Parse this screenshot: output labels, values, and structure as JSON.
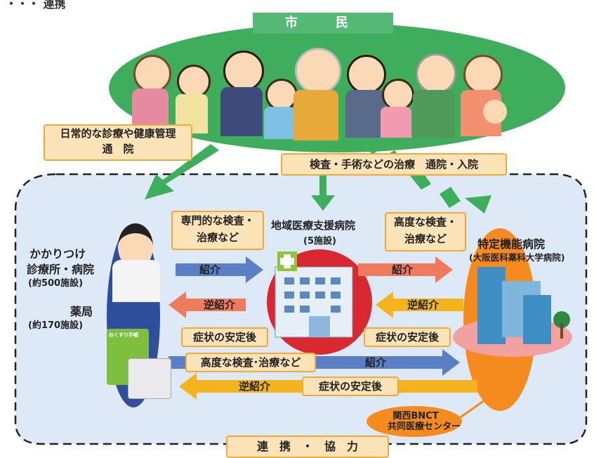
{
  "header_cut": "・・・ 連携",
  "citizens": "市　民",
  "daily_care": {
    "line1": "日常的な診療や健康管理",
    "line2": "通　院"
  },
  "exam_treatment": "検査・手術などの治療　通院・入院",
  "clinic": {
    "name1": "かかりつけ",
    "name2": "診療所・病院",
    "count": "(約500施設)",
    "pharmacy": "薬局",
    "pharmacy_count": "(約170施設)"
  },
  "medication_book": "おくすり手帳",
  "regional_hospital": {
    "name": "地域医療支援病院",
    "count": "(5施設)"
  },
  "special_hospital": {
    "name": "特定機能病院",
    "sub": "(大阪医科薬科大学病院)"
  },
  "specialized_exam": {
    "line1": "専門的な検査・",
    "line2": "治療など"
  },
  "advanced_exam": {
    "line1": "高度な検査・",
    "line2": "治療など"
  },
  "referral_1": "紹介",
  "counter_referral_1": "逆紹介",
  "stable_1": "症状の安定後",
  "referral_2": "紹介",
  "counter_referral_2": "逆紹介",
  "stable_2": "症状の安定後",
  "advanced_exam_bottom": "高度な検査･治療など",
  "referral_3": "紹介",
  "counter_referral_3": "逆紹介",
  "stable_3": "症状の安定後",
  "bnct": {
    "line1": "関西BNCT",
    "line2": "共同医療センター"
  },
  "cooperation": "連　携　・　協　力",
  "colors": {
    "green": "#55b874",
    "blue": "#5b7fc4",
    "orange": "#f5a51c",
    "red": "#d9282f",
    "coral": "#ef7b5c",
    "panel": "#dde9f6"
  }
}
